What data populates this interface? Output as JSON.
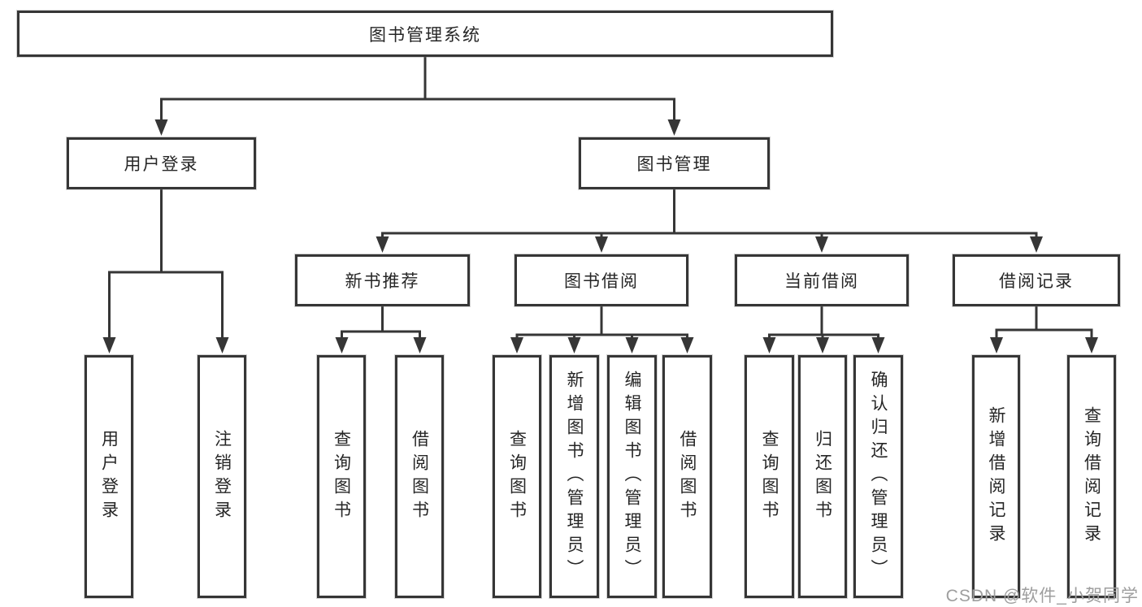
{
  "diagram": {
    "root": {
      "label": "图书管理系统"
    },
    "branches": [
      {
        "label": "用户登录",
        "children": [
          {
            "label": "用户登录"
          },
          {
            "label": "注销登录"
          }
        ]
      },
      {
        "label": "图书管理",
        "children": [
          {
            "label": "新书推荐",
            "children": [
              {
                "label": "查询图书"
              },
              {
                "label": "借阅图书"
              }
            ]
          },
          {
            "label": "图书借阅",
            "children": [
              {
                "label": "查询图书"
              },
              {
                "label": "新增图书（管理员）"
              },
              {
                "label": "编辑图书（管理员）"
              },
              {
                "label": "借阅图书"
              }
            ]
          },
          {
            "label": "当前借阅",
            "children": [
              {
                "label": "查询图书"
              },
              {
                "label": "归还图书"
              },
              {
                "label": "确认归还（管理员）"
              }
            ]
          },
          {
            "label": "借阅记录",
            "children": [
              {
                "label": "新增借阅记录"
              },
              {
                "label": "查询借阅记录"
              }
            ]
          }
        ]
      }
    ]
  },
  "watermark": {
    "text": "CSDN @软件_小贺同学"
  },
  "colors": {
    "line": "#363636",
    "box_border": "#363636",
    "text": "#262626",
    "background": "#ffffff",
    "watermark_text": "#9e9e9e"
  }
}
